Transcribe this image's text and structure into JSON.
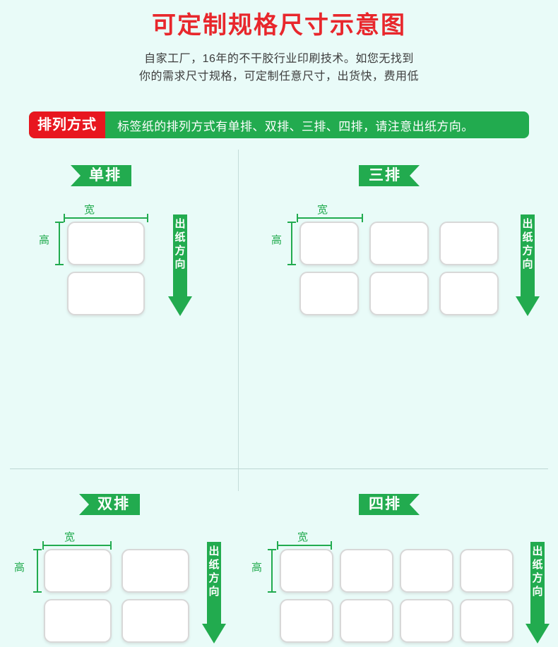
{
  "page": {
    "title": "可定制规格尺寸示意图",
    "subtitle_line1": "自家工厂，16年的不干胶行业印刷技术。如您无找到",
    "subtitle_line2": "你的需求尺寸规格，可定制任意尺寸，出货快，费用低"
  },
  "banner": {
    "tag": "排列方式",
    "text": "标签纸的排列方式有单排、双排、三排、四排，请注意出纸方向。"
  },
  "colors": {
    "background": "#e9fbf8",
    "title_red": "#e8272c",
    "tag_red": "#e8161f",
    "green": "#22ab4f",
    "box_border": "#d8d8d8",
    "divider": "#c5dcd9"
  },
  "dimension_labels": {
    "width": "宽",
    "height": "高"
  },
  "arrow": {
    "chars": [
      "出",
      "纸",
      "方",
      "向"
    ],
    "label": "出纸方向",
    "direction": "down"
  },
  "quadrants": [
    {
      "key": "single",
      "ribbon": "单排",
      "ribbon_notch": "left",
      "columns": 1,
      "rows": 2
    },
    {
      "key": "triple",
      "ribbon": "三排",
      "ribbon_notch": "right",
      "columns": 3,
      "rows": 2
    },
    {
      "key": "double",
      "ribbon": "双排",
      "ribbon_notch": "left",
      "columns": 2,
      "rows": 2
    },
    {
      "key": "quad",
      "ribbon": "四排",
      "ribbon_notch": "right",
      "columns": 4,
      "rows": 2
    }
  ]
}
